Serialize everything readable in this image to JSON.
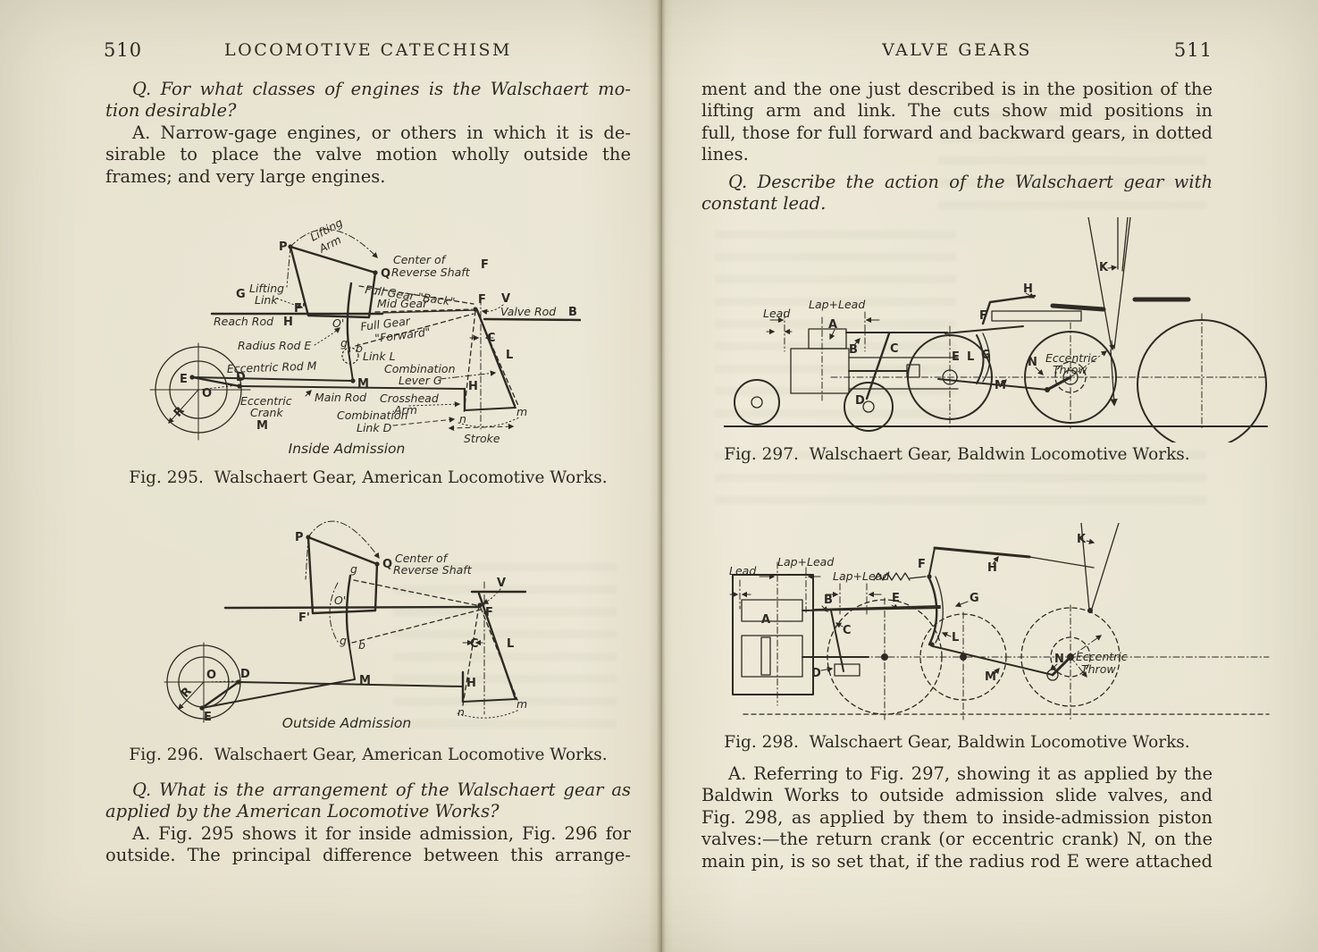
{
  "colors": {
    "paper": "#eae5d2",
    "ink": "#2d2a23"
  },
  "page_left": {
    "page_number": "510",
    "running_title": "LOCOMOTIVE CATECHISM",
    "q1": [
      "Q. For what classes of engines is the Walschaert mo-",
      "tion desirable?"
    ],
    "a1": [
      "A. Narrow-gage engines, or others in which it is de-",
      "sirable to place the valve motion wholly outside the",
      "frames; and very large engines."
    ],
    "fig295": {
      "caption": "Fig. 295.  Walschaert Gear, American Locomotive Works.",
      "labels": {
        "lifting1": "Lifting",
        "lifting2": "Arm",
        "p": "P",
        "q": "Q",
        "center1": "Center of",
        "center2": "Reverse Shaft",
        "f_shaft": "F",
        "g_big": "G",
        "liftlink1": "Lifting",
        "liftlink2": "Link",
        "f_prime": "F'",
        "fullback": "Full Gear \"Back\"",
        "f_link": "F",
        "v": "V",
        "midgear": "Mid Gear",
        "valverod": "Valve Rod",
        "b_rod": "B",
        "reachrod": "Reach Rod",
        "h_reach": "H",
        "o_prime": "O'",
        "fullfwd1": "Full Gear",
        "fullfwd2": "\"Forward\"",
        "radiusrod": "Radius Rod E",
        "g_sm": "g",
        "b_sm": "b",
        "linkl": "Link L",
        "eccrod": "Eccentric Rod M",
        "e": "E",
        "o": "O",
        "d": "D",
        "r": "R",
        "m_link": "M",
        "comb1": "Combination",
        "comb2": "Lever G",
        "ecc1": "Eccentric",
        "ecc2": "Crank",
        "m_crank": "M",
        "mainrod": "Main Rod",
        "cross1": "Crosshead",
        "cross2": "Arm",
        "comblink1": "Combination",
        "comblink2": "Link D",
        "c": "C",
        "l": "L",
        "h_cross": "H",
        "n": "n",
        "m": "m",
        "stroke": "Stroke",
        "admission": "Inside Admission"
      }
    },
    "fig296": {
      "caption": "Fig. 296.  Walschaert Gear, American Locomotive Works.",
      "labels": {
        "p": "P",
        "q": "Q",
        "center1": "Center of",
        "center2": "Reverse Shaft",
        "g_top": "g",
        "o_prime": "O'",
        "f_prime": "F'",
        "g_bot": "g",
        "b_sm": "b",
        "v": "V",
        "f": "F",
        "c": "C",
        "l": "L",
        "h": "H",
        "n": "n",
        "m": "m",
        "o": "O",
        "d": "D",
        "r": "R",
        "e": "E",
        "m_rod": "M",
        "admission": "Outside Admission"
      }
    },
    "q2": [
      "Q. What is the arrangement of the Walschaert gear as",
      "applied by the American Locomotive Works?"
    ],
    "a2": [
      "A. Fig. 295 shows it for inside admission, Fig. 296 for",
      "outside.  The principal difference between this arrange-"
    ]
  },
  "page_right": {
    "running_title": "VALVE GEARS",
    "page_number": "511",
    "p1": [
      "ment and the one just described is in the position of the",
      "lifting arm and link.  The cuts show mid positions in",
      "full, those for full forward and backward gears, in dotted",
      "lines."
    ],
    "q1": [
      "Q. Describe the action of the Walschaert gear with",
      "constant lead."
    ],
    "fig297": {
      "caption": "Fig. 297.  Walschaert Gear, Baldwin Locomotive Works.",
      "labels": {
        "lead": "Lead",
        "laplead": "Lap+Lead",
        "a": "A",
        "b": "B",
        "c": "C",
        "d": "D",
        "e": "E",
        "l": "L",
        "g": "G",
        "f": "F",
        "h": "H",
        "k": "K",
        "n": "N",
        "m": "M",
        "ecc1": "Eccentric",
        "ecc2": "Throw"
      }
    },
    "fig298": {
      "caption": "Fig. 298.  Walschaert Gear, Baldwin Locomotive Works.",
      "labels": {
        "lead": "Lead",
        "laplead1": "Lap+Lead",
        "laplead2": "Lap+Lead",
        "a": "A",
        "b": "B",
        "c": "C",
        "d": "D",
        "e": "E",
        "f": "F",
        "g": "G",
        "h": "H",
        "k": "K",
        "l": "L",
        "m": "M",
        "n": "N",
        "ecc1": "Eccentric",
        "ecc2": "Throw"
      }
    },
    "a1": [
      "A. Referring to Fig. 297, showing it as applied by the",
      "Baldwin Works to outside admission slide valves, and",
      "Fig. 298, as applied by them to inside-admission piston",
      "valves:—the return crank (or eccentric crank) N, on the",
      "main pin, is so set that, if the radius rod E were attached"
    ]
  }
}
